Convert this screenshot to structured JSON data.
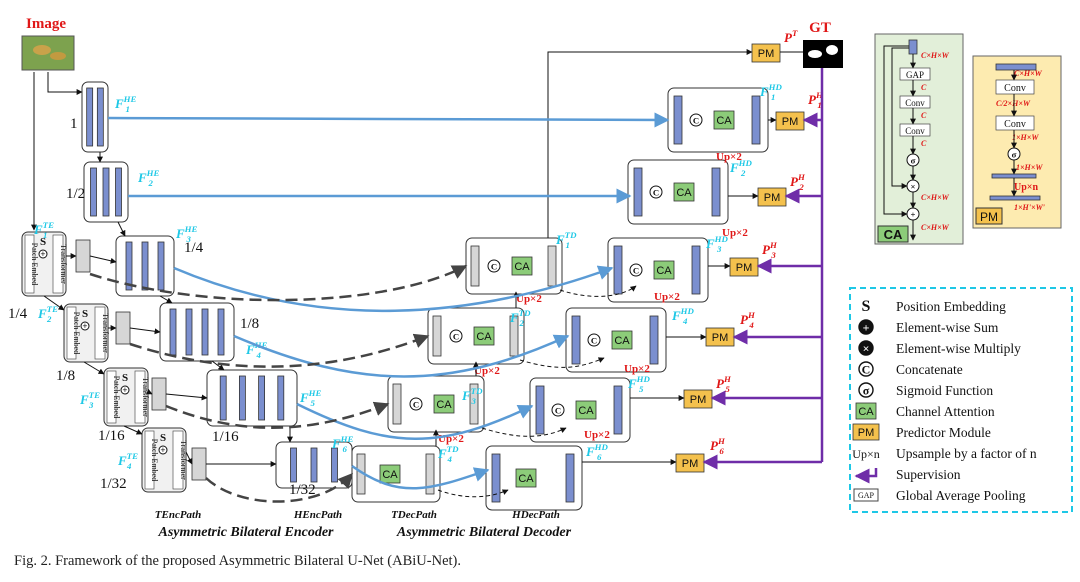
{
  "labels": {
    "image": "Image",
    "gt": "GT",
    "pm": "PM",
    "ca": "CA",
    "concat": "C",
    "up2": "Up×2",
    "gap": "GAP",
    "conv": "Conv",
    "patch_embed": "Patch Embed",
    "transformer": "Transformer"
  },
  "scales": [
    "1",
    "1/2",
    "1/4",
    "1/4",
    "1/8",
    "1/8",
    "1/16",
    "1/16",
    "1/32",
    "1/32"
  ],
  "features": {
    "he": [
      "F^HE_1",
      "F^HE_2",
      "F^HE_3",
      "F^HE_4",
      "F^HE_5",
      "F^HE_6"
    ],
    "te": [
      "F^TE_1",
      "F^TE_2",
      "F^TE_3",
      "F^TE_4"
    ],
    "td": [
      "F^TD_1",
      "F^TD_2",
      "F^TD_3",
      "F^TD_4"
    ],
    "hd": [
      "F^HD_1",
      "F^HD_2",
      "F^HD_3",
      "F^HD_4",
      "F^HD_5",
      "F^HD_6"
    ],
    "p": [
      "P^T",
      "P^H_1",
      "P^H_2",
      "P^H_3",
      "P^H_4",
      "P^H_5",
      "P^H_6"
    ]
  },
  "ca_module": {
    "dims": [
      "C×H×W",
      "C",
      "C",
      "C",
      "C×H×W",
      "C×H×W"
    ]
  },
  "pm_module": {
    "dims": [
      "C×H×W",
      "C/2×H×W",
      "1×H×W",
      "1×H×W",
      "1×H'×W'"
    ],
    "up": "Up×n"
  },
  "legend": [
    {
      "icon": "spiral",
      "text": "Position Embedding"
    },
    {
      "icon": "plus",
      "text": "Element-wise Sum"
    },
    {
      "icon": "times",
      "text": "Element-wise Multiply"
    },
    {
      "icon": "concat",
      "text": "Concatenate"
    },
    {
      "icon": "sigma",
      "text": "Sigmoid Function"
    },
    {
      "icon": "ca",
      "text": "Channel Attention"
    },
    {
      "icon": "pm",
      "text": "Predictor Module"
    },
    {
      "icon": "up",
      "text": "Upsample by a factor of n"
    },
    {
      "icon": "arrow",
      "text": "Supervision"
    },
    {
      "icon": "gap",
      "text": "Global Average Pooling"
    }
  ],
  "path_labels": {
    "tenc": "TEncPath",
    "henc": "HEncPath",
    "encoder": "Asymmetric Bilateral Encoder",
    "tdec": "TDecPath",
    "hdec": "HDecPath",
    "decoder": "Asymmetric Bilateral Decoder"
  },
  "caption": "Fig. 2.   Framework of the proposed Asymmetric Bilateral U-Net (ABiU-Net).",
  "colors": {
    "blue_bar": "#7b8fcf",
    "gray_bar": "#d6d6d6",
    "ca_green": "#8ccc79",
    "pm_yellow": "#f4c14d",
    "cyan": "#1ec8e6",
    "red": "#e01818",
    "skip_blue": "#5b9bd5",
    "purple": "#6f2da8",
    "panel_green": "#e2efd9",
    "panel_yellow": "#fdebb0"
  }
}
